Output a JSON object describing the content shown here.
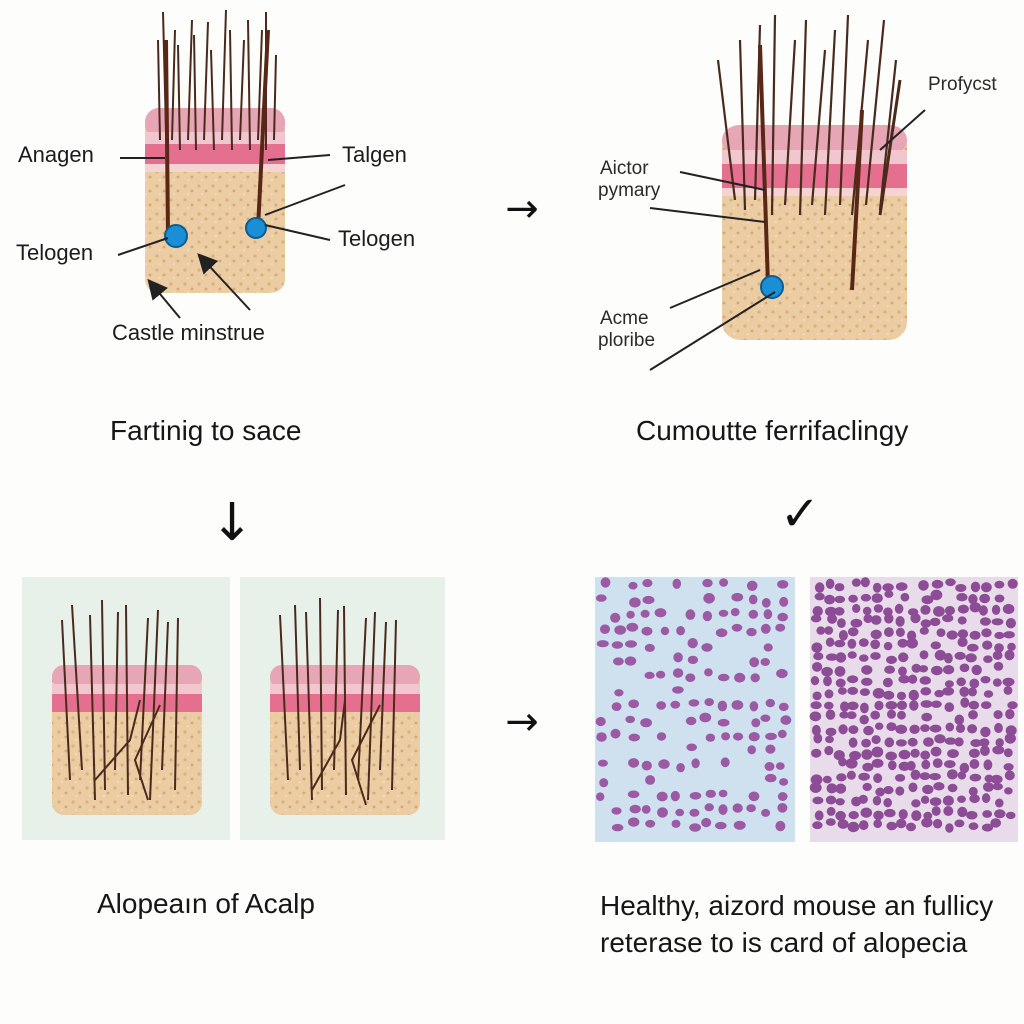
{
  "top_left": {
    "labels": {
      "anagen": "Anagen",
      "talgen": "Talgen",
      "telogen_left": "Telogen",
      "telogen_right": "Telogen",
      "castle_minstrue": "Castle minstrue"
    },
    "caption": "Fartinig to sace"
  },
  "top_right": {
    "labels": {
      "profycst": "Profycst",
      "aictor": "Aictor",
      "pymary": "pymary",
      "acme": "Acme",
      "ploribe": "ploribe"
    },
    "caption": "Cumoutte ferrifaclingy"
  },
  "bottom_left": {
    "caption": "Alopeaın of Acalp"
  },
  "bottom_right": {
    "caption": "Healthy, aizord mouse an fullicy reterase to is card of alopecia"
  },
  "symbols": {
    "arrow_right_top": "→",
    "arrow_down": "↓",
    "checkmark": "✓",
    "arrow_right_bottom": "→"
  },
  "colors": {
    "hair": "#4a2a1c",
    "skin_top": "#e8a3b0",
    "skin_band": "#e56e8e",
    "dermis": "#e9caa0",
    "follicle_bulb": "#1b8fd6",
    "panel_bg": "#e7f1ea",
    "cell_purple": "#9b5aa3",
    "cell_bg_light": "#cfe1ef",
    "cell_bg_dense": "#e9dcea"
  }
}
